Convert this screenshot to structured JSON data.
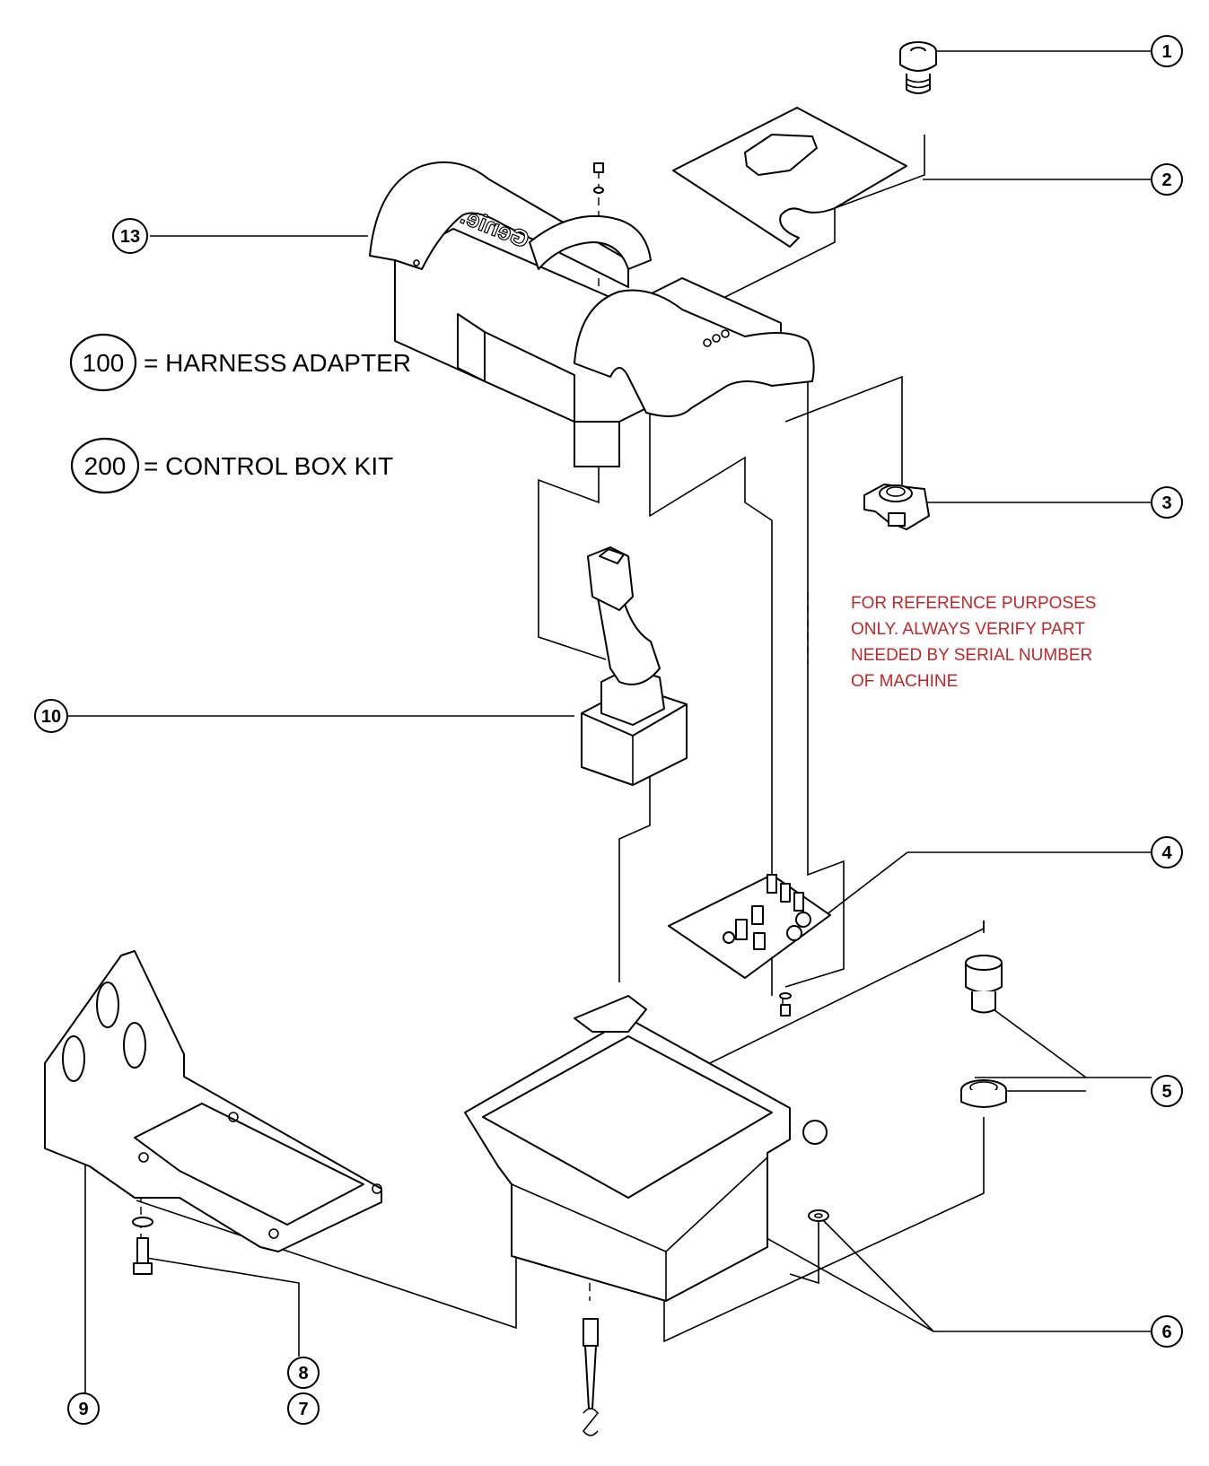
{
  "callouts": {
    "c1": "1",
    "c2": "2",
    "c3": "3",
    "c4": "4",
    "c5": "5",
    "c6": "6",
    "c7": "7",
    "c8": "8",
    "c9": "9",
    "c10": "10",
    "c13": "13"
  },
  "legend": {
    "harness": {
      "number": "100",
      "label": "= HARNESS ADAPTER"
    },
    "kit": {
      "number": "200",
      "label": "=  CONTROL BOX  KIT"
    }
  },
  "note": {
    "lines": [
      "FOR REFERENCE PURPOSES",
      "ONLY. ALWAYS VERIFY PART",
      "NEEDED BY SERIAL NUMBER",
      "OF MACHINE"
    ],
    "color": "#c0282d"
  },
  "logo": "Genie."
}
